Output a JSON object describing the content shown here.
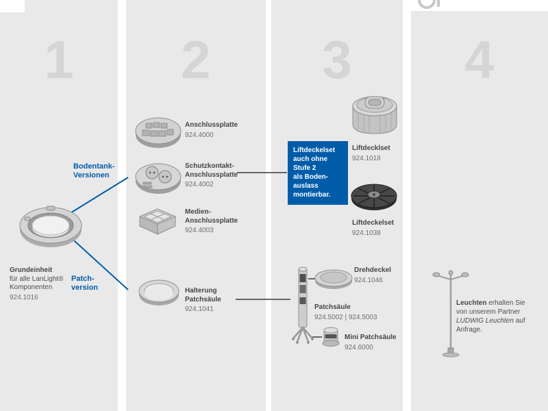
{
  "colors": {
    "accent_blue": "#005CA9",
    "panel_gray": "#e9e9e9",
    "number_gray": "#d5d5d5",
    "text_dark": "#4d4d4d"
  },
  "columns": [
    {
      "number": "1"
    },
    {
      "number": "2"
    },
    {
      "number": "3"
    },
    {
      "number": "4"
    }
  ],
  "branch_labels": {
    "bodentank_1": "Bodentank-",
    "bodentank_2": "Versionen",
    "patch_1": "Patch-",
    "patch_2": "version"
  },
  "products": {
    "grundeinheit": {
      "name": "Grundeinheit",
      "desc1": "für alle LanLight®",
      "desc2": "Komponenten",
      "code": "924.1016"
    },
    "anschlussplatte": {
      "name": "Anschlussplatte",
      "code": "924.4000"
    },
    "schutzkontakt": {
      "name1": "Schutzkontakt-",
      "name2": "Anschlussplatte",
      "code": "924.4002"
    },
    "medien": {
      "name1": "Medien-",
      "name2": "Anschlussplatte",
      "code": "924.4003"
    },
    "halterung": {
      "name1": "Halterung",
      "name2": "Patchsäule",
      "code": "924.1041"
    },
    "liftdecklset": {
      "name": "Liftdecklset",
      "code": "924.1018"
    },
    "liftdeckelset": {
      "name": "Liftdeckelset",
      "code": "924.1038"
    },
    "drehdeckel": {
      "name": "Drehdeckel",
      "code": "924.1046"
    },
    "patchsaeule": {
      "name": "Patchsäule",
      "code": "924.5002 | 924.5003"
    },
    "mini_patchsaeule": {
      "name": "Mini Patchsäule",
      "code": "924.6000"
    }
  },
  "infobox": {
    "line1": "Liftdeckelset",
    "line2": "auch ohne",
    "line3": "Stufe 2",
    "line4": "als Boden-",
    "line5": "auslass",
    "line6": "montierbar."
  },
  "leuchten_note": {
    "name": "Leuchten",
    "after_name": " erhalten Sie",
    "line2": "von unserem Partner",
    "partner": "LUDWIG Leuchten",
    "after_partner": " auf",
    "line4": "Anfrage."
  }
}
